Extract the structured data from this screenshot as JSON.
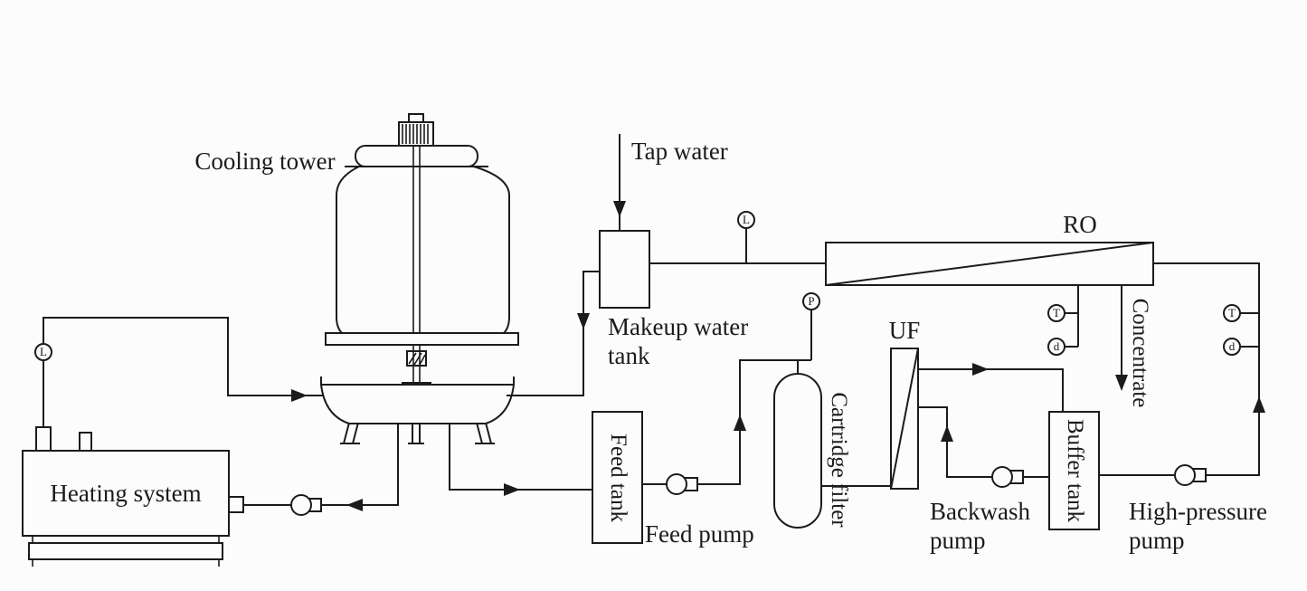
{
  "diagram": {
    "labels": {
      "cooling_tower": "Cooling tower",
      "tap_water": "Tap water",
      "makeup_line1": "Makeup water",
      "makeup_line2": "tank",
      "ro": "RO",
      "heating_system": "Heating system",
      "feed_tank": "Feed tank",
      "feed_pump": "Feed pump",
      "cartridge_filter": "Cartridge filter",
      "uf": "UF",
      "backwash_line1": "Backwash",
      "backwash_line2": "pump",
      "buffer_tank": "Buffer tank",
      "hp_line1": "High-pressure",
      "hp_line2": "pump",
      "concentrate": "Concentrate"
    },
    "sensors": {
      "heating_level": "L",
      "permeate_level": "L",
      "filter_pressure": "P",
      "concentrate_temp": "T",
      "concentrate_cond": "d",
      "feed_temp": "T",
      "feed_cond": "d"
    },
    "colors": {
      "line": "#1b1b1b",
      "background": "#fcfcfc"
    }
  }
}
